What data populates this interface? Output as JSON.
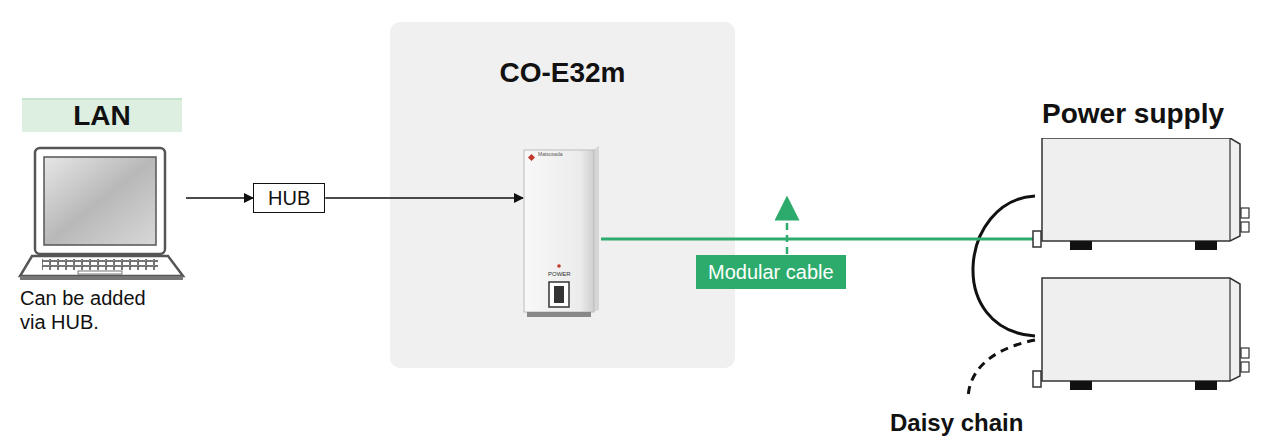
{
  "diagram": {
    "nodes": [
      {
        "text": [
          "LAN",
          "Can be added via HUB."
        ]
      },
      {
        "text": [
          "HUB"
        ]
      },
      {
        "text": [
          "CO-E32m"
        ]
      },
      {
        "text": [
          "Power supply"
        ]
      },
      {
        "text": [
          "Modular cable"
        ]
      }
    ],
    "edges": [
      {
        "from": 0,
        "to": 1,
        "arrow": "to"
      },
      {
        "from": 1,
        "to": 2,
        "arrow": "to"
      },
      {
        "from": 2,
        "to": 3,
        "arrow": "none"
      }
    ],
    "labels": [
      "Matsusada",
      "POWER",
      "Daisy chain"
    ]
  }
}
